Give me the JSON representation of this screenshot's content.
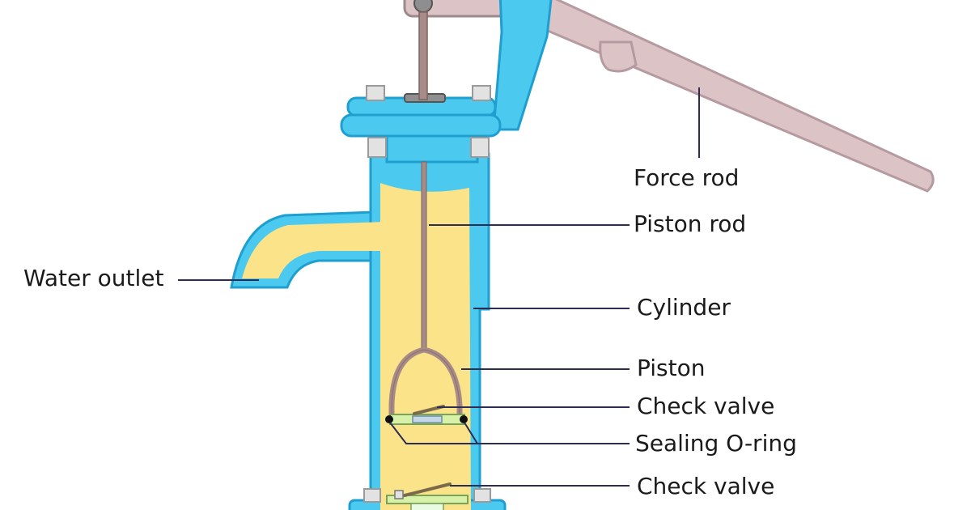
{
  "labels": {
    "force_rod": "Force rod",
    "piston_rod": "Piston rod",
    "water_outlet": "Water outlet",
    "cylinder": "Cylinder",
    "piston": "Piston",
    "check_valve_upper": "Check valve",
    "sealing_oring": "Sealing O-ring",
    "check_valve_lower": "Check valve"
  },
  "colors": {
    "pump_body": "#4cc9ee",
    "pump_outline": "#1f9fcf",
    "water": "#fbe38a",
    "rod": "#a88b87",
    "handle": "#dcc3c6",
    "handle_outline": "#b59ba0",
    "bolt": "#dcdcdc",
    "leader_line": "#2c2c54",
    "text": "#1a1a1a"
  },
  "icons": {
    "bolt": "hex-bolt-icon",
    "check_valve": "flap-valve-icon"
  }
}
